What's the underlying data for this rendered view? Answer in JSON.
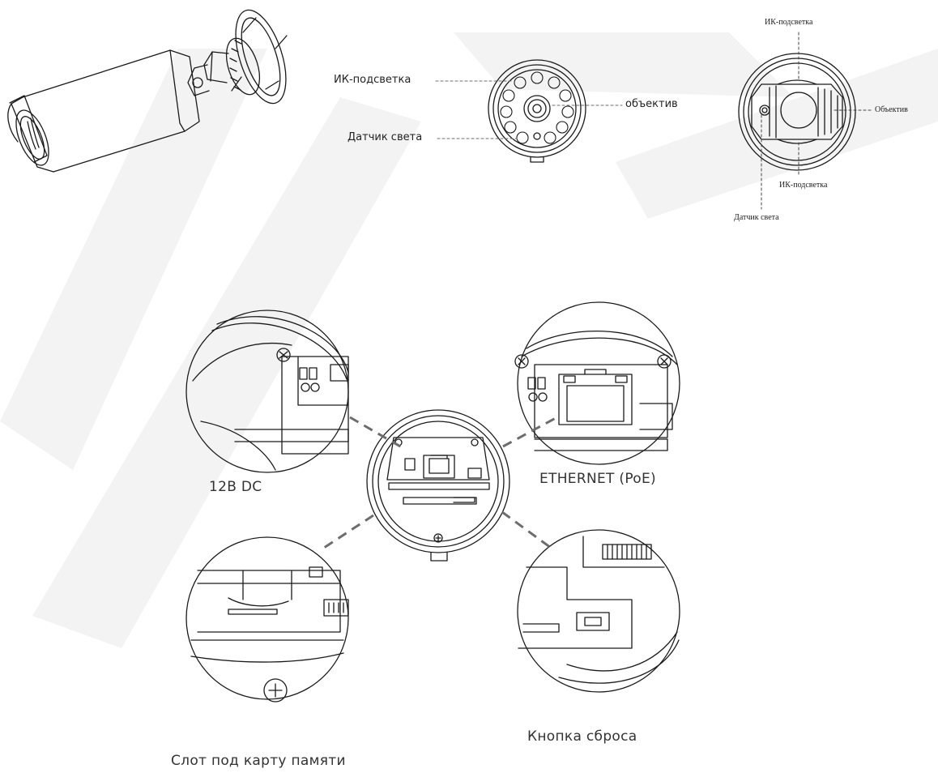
{
  "colors": {
    "line": "#1a1a1a",
    "dashed_leader": "#6d6d6d",
    "watermark": "#f3f3f3",
    "background": "#ffffff"
  },
  "front_view": {
    "ir_label": "ИК-подсветка",
    "lens_label": "объектив",
    "light_sensor_label": "Датчик света"
  },
  "alt_front_view": {
    "ir_top_label": "ИК-подсветка",
    "lens_label": "Объектив",
    "ir_bottom_label": "ИК-подсветка",
    "light_sensor_label": "Датчик света"
  },
  "rear_view": {
    "power_label": "12В DC",
    "ethernet_label": "ETHERNET (PoE)",
    "sd_slot_label": "Слот под карту памяти",
    "reset_label": "Кнопка сброса"
  }
}
